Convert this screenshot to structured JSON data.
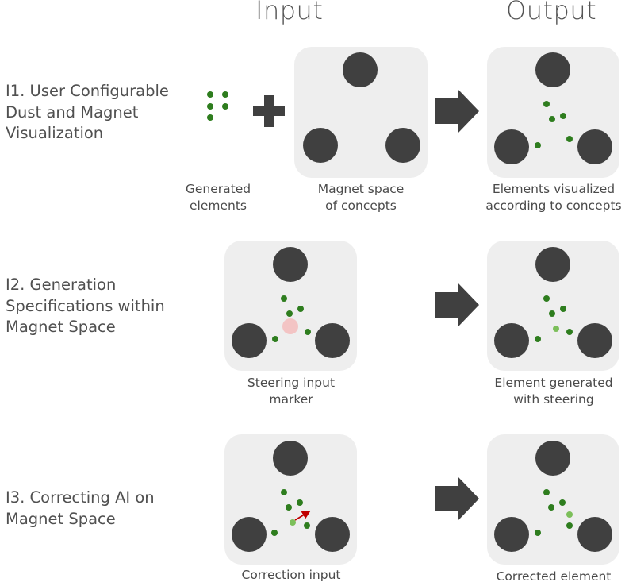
{
  "headers": {
    "input": "Input",
    "output": "Output"
  },
  "rows": [
    {
      "label": "I1. User Configurable\nDust and Magnet\nVisualization",
      "captions": {
        "elements": "Generated\nelements",
        "magnet_space": "Magnet space\nof concepts",
        "output": "Elements visualized\naccording to concepts"
      }
    },
    {
      "label": "I2. Generation\nSpecifications within\nMagnet Space",
      "captions": {
        "input": "Steering input\nmarker",
        "output": "Element generated\nwith steering"
      }
    },
    {
      "label": "I3. Correcting AI on\nMagnet Space",
      "captions": {
        "input": "Correction input",
        "output": "Corrected element"
      }
    }
  ],
  "colors": {
    "panel": "#eeeeee",
    "magnet": "#404040",
    "dust": "#2e7d1e",
    "dust_highlight": "#7cbf5a",
    "steering_marker": "#f3c4c4",
    "correction_arrow": "#c00000",
    "flow_arrow": "#404040"
  },
  "icons": {
    "flow": "right-arrow-icon",
    "combine": "plus-icon"
  }
}
